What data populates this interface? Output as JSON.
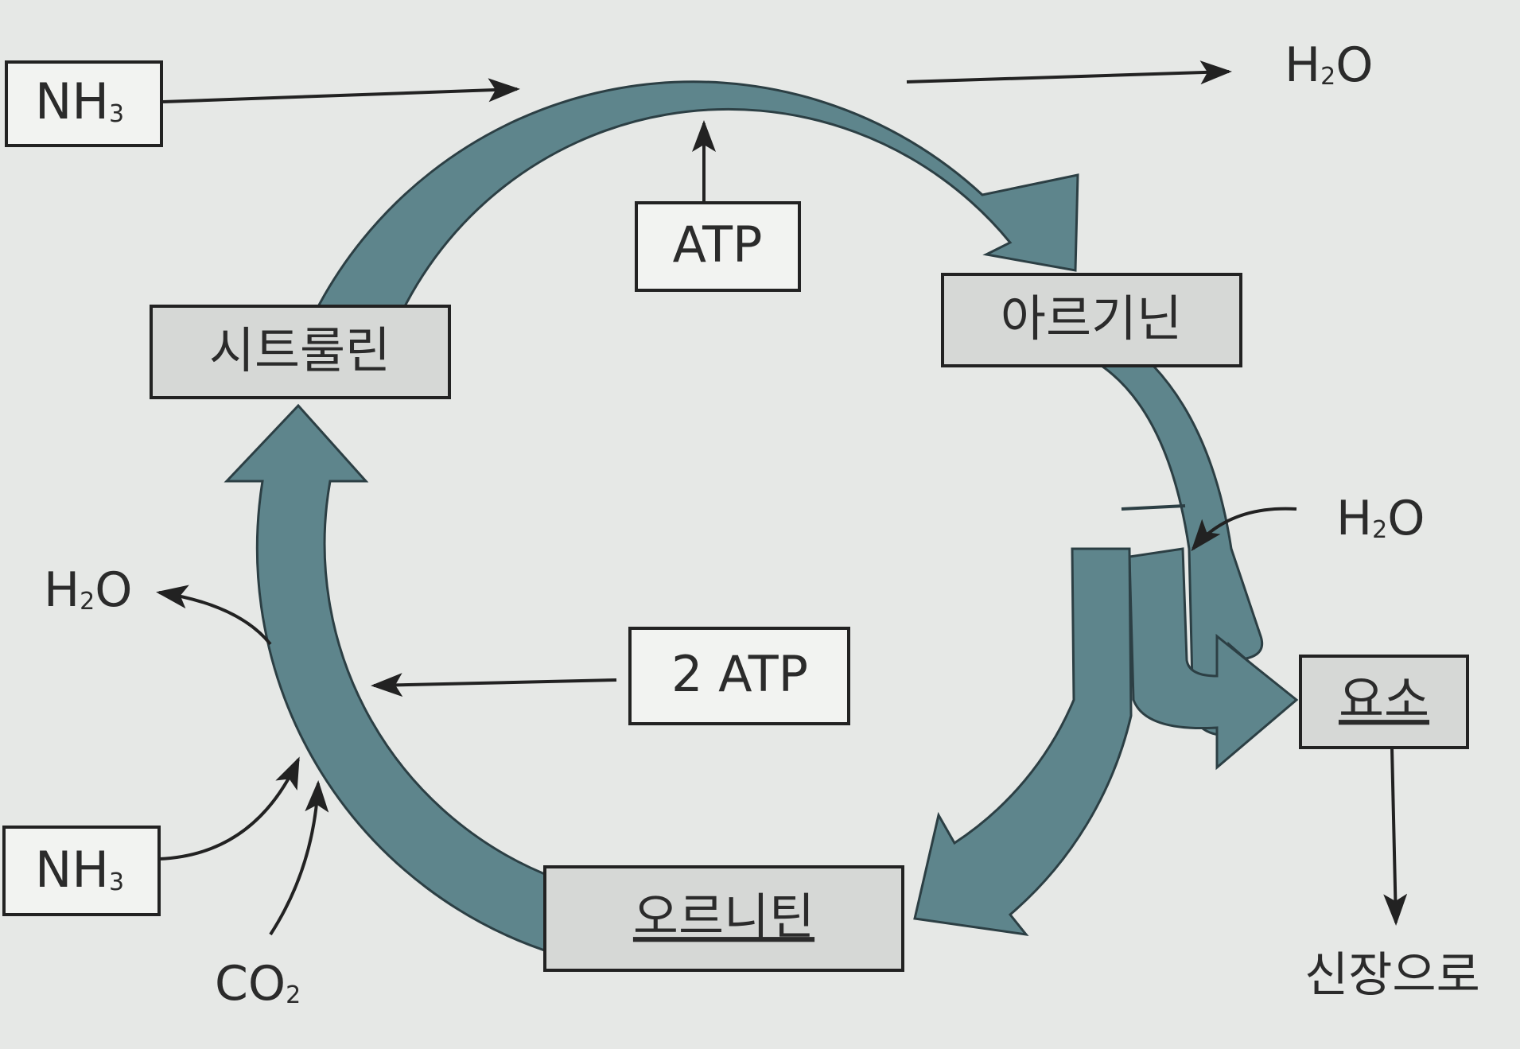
{
  "diagram": {
    "colors": {
      "background": "#e6e8e6",
      "cycle_arrow": "#5e858c",
      "cycle_arrow_edge": "#2c3f44",
      "intermediate_box": "#d6d8d6",
      "input_box": "#f2f3f1",
      "line": "#222222"
    },
    "intermediates": {
      "citrulline": "시트룰린",
      "arginine": "아르기닌",
      "ornithine": "오르니틴",
      "urea": "요소"
    },
    "inputs": {
      "nh3_top": {
        "main": "NH",
        "sub": "3"
      },
      "nh3_bottom": {
        "main": "NH",
        "sub": "3"
      },
      "atp_top": "ATP",
      "atp_two": "2 ATP",
      "co2": {
        "main": "CO",
        "sub": "2"
      },
      "h2o_in_right": {
        "main": "H",
        "sub": "2",
        "tail": "O"
      }
    },
    "outputs": {
      "h2o_top_right": {
        "main": "H",
        "sub": "2",
        "tail": "O"
      },
      "h2o_left": {
        "main": "H",
        "sub": "2",
        "tail": "O"
      },
      "to_kidney": "신장으로"
    }
  }
}
